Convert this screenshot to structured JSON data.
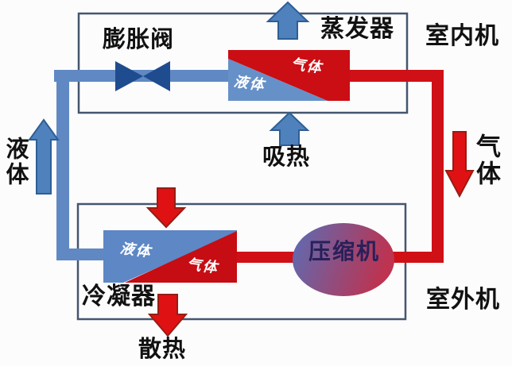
{
  "labels": {
    "expansion_valve": "膨胀阀",
    "evaporator": "蒸发器",
    "indoor_unit": "室内机",
    "liquid_riser": "液体",
    "heat_absorb": "吸热",
    "gas_downcomer": "气体",
    "condenser": "冷凝器",
    "heat_release": "散热",
    "compressor": "压缩机",
    "evaporator_gas": "气体",
    "evaporator_liquid": "液体",
    "condenser_liquid": "液体",
    "condenser_gas": "气体"
  },
  "colors": {
    "background": "#fcfcfd",
    "box_border": "#45566e",
    "pipe_blue": "#6089c4",
    "pipe_red": "#cf1016",
    "arrow_blue": "#4f81bd",
    "arrow_blue_outline": "#2e5e94",
    "arrow_red": "#e01112",
    "arrow_red_outline": "#971d14",
    "valve_blue": "#1e4c8e",
    "evaporator_red": "#cb0d14",
    "evaporator_blue": "#6690c8",
    "condenser_blue": "#5d87c5",
    "condenser_red": "#c50d13",
    "compressor_gradient_left": "#5a6db6",
    "compressor_gradient_right": "#bd3350",
    "label_text": "#111111",
    "block_label_text": "#ffffff",
    "compressor_text": "#28205a"
  }
}
